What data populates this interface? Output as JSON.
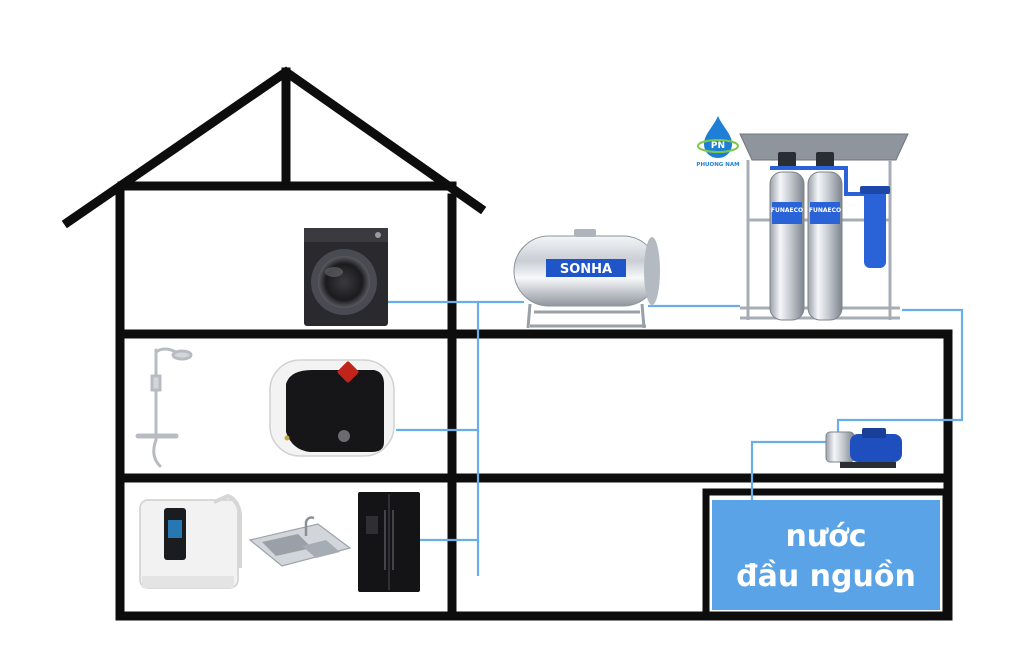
{
  "logo": {
    "initials": "PN",
    "name": "PHUONG NAM"
  },
  "tank": {
    "brand": "SONHA"
  },
  "filter": {
    "brand": "FUNAECO"
  },
  "source": {
    "line1": "nước",
    "line2": "đầu nguồn"
  },
  "colors": {
    "structure": "#0d0d0d",
    "pipe": "#6aaee8",
    "source_box": "#5aa3e6",
    "source_text": "#ffffff",
    "tank_steel": "#d9dde2",
    "tank_label": "#1f55c8",
    "pump_motor": "#1f4fbf",
    "filter_housing": "#2a63d8"
  }
}
